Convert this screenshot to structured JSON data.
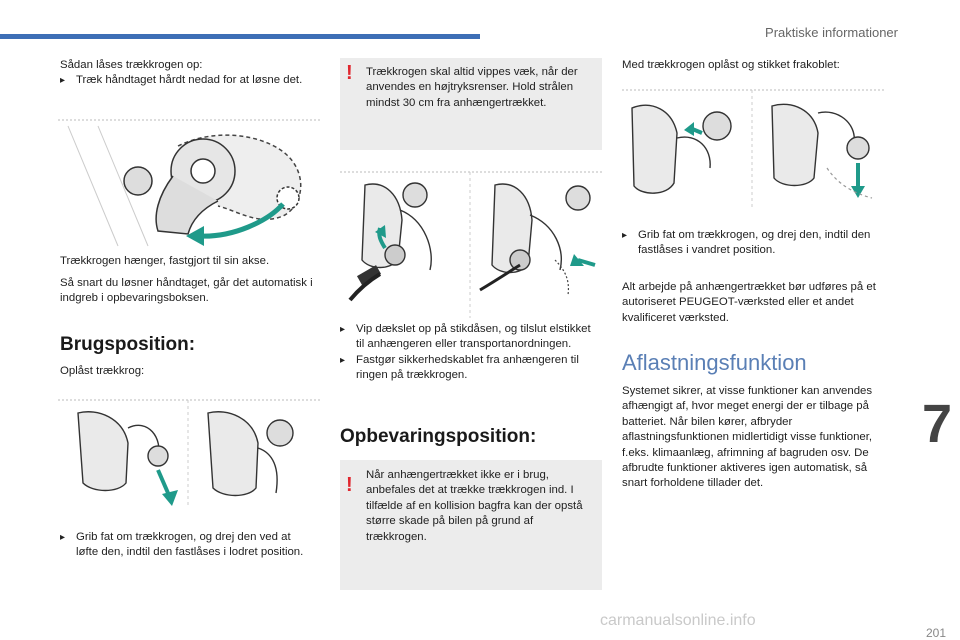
{
  "header": {
    "section_title": "Praktiske informationer",
    "chapter": "7"
  },
  "col1": {
    "intro_title": "Sådan låses trækkrogen op:",
    "intro_bullet": "Træk håndtaget hårdt nedad for at løsne det.",
    "para1": "Trækkrogen hænger, fastgjort til sin akse.",
    "para2": "Så snart du løsner håndtaget, går det automatisk i indgreb i opbevaringsboksen.",
    "heading": "Brugsposition:",
    "locked_label": "Oplåst trækkrog:",
    "bullet_bottom": "Grib fat om trækkrogen, og drej den ved at løfte den, indtil den fastlåses i lodret position."
  },
  "col2": {
    "warning1": "Trækkrogen skal altid vippes væk, når der anvendes en højtryksrenser. Hold strålen mindst 30 cm fra anhængertrækket.",
    "bullet1": "Vip dækslet op på stikdåsen, og tilslut elstikket til anhængeren eller transportanordningen.",
    "bullet2": "Fastgør sikkerhedskablet fra anhængeren til ringen på trækkrogen.",
    "heading": "Opbevaringsposition:",
    "warning2": "Når anhængertrækket ikke er i brug, anbefales det at trække trækkrogen ind. I tilfælde af en kollision bagfra kan der opstå større skade på bilen på grund af trækkrogen."
  },
  "col3": {
    "intro": "Med trækkrogen oplåst og stikket frakoblet:",
    "bullet": "Grib fat om trækkrogen, og drej den, indtil den fastlåses i vandret position.",
    "para": "Alt arbejde på anhængertrækket bør udføres på et autoriseret PEUGEOT-værksted eller et andet kvalificeret værksted.",
    "heading": "Aflastningsfunktion",
    "body": "Systemet sikrer, at visse funktioner kan anvendes afhængigt af, hvor meget energi der er tilbage på batteriet. Når bilen kører, afbryder aflastningsfunktionen midlertidigt visse funktioner, f.eks. klimaanlæg, afrimning af bagruden osv. De afbrudte funktioner aktiveres igen automatisk, så snart forholdene tillader det."
  },
  "footer": {
    "page_number": "201",
    "watermark": "carmanualsonline.info"
  },
  "colors": {
    "accent_blue": "#3d6fb6",
    "arrow_teal": "#1f9a8a",
    "warning_red": "#e0262e",
    "box_gray": "#ececec"
  },
  "icons": {
    "bullet": "arrow-bullet-icon",
    "warning": "exclamation-icon"
  }
}
